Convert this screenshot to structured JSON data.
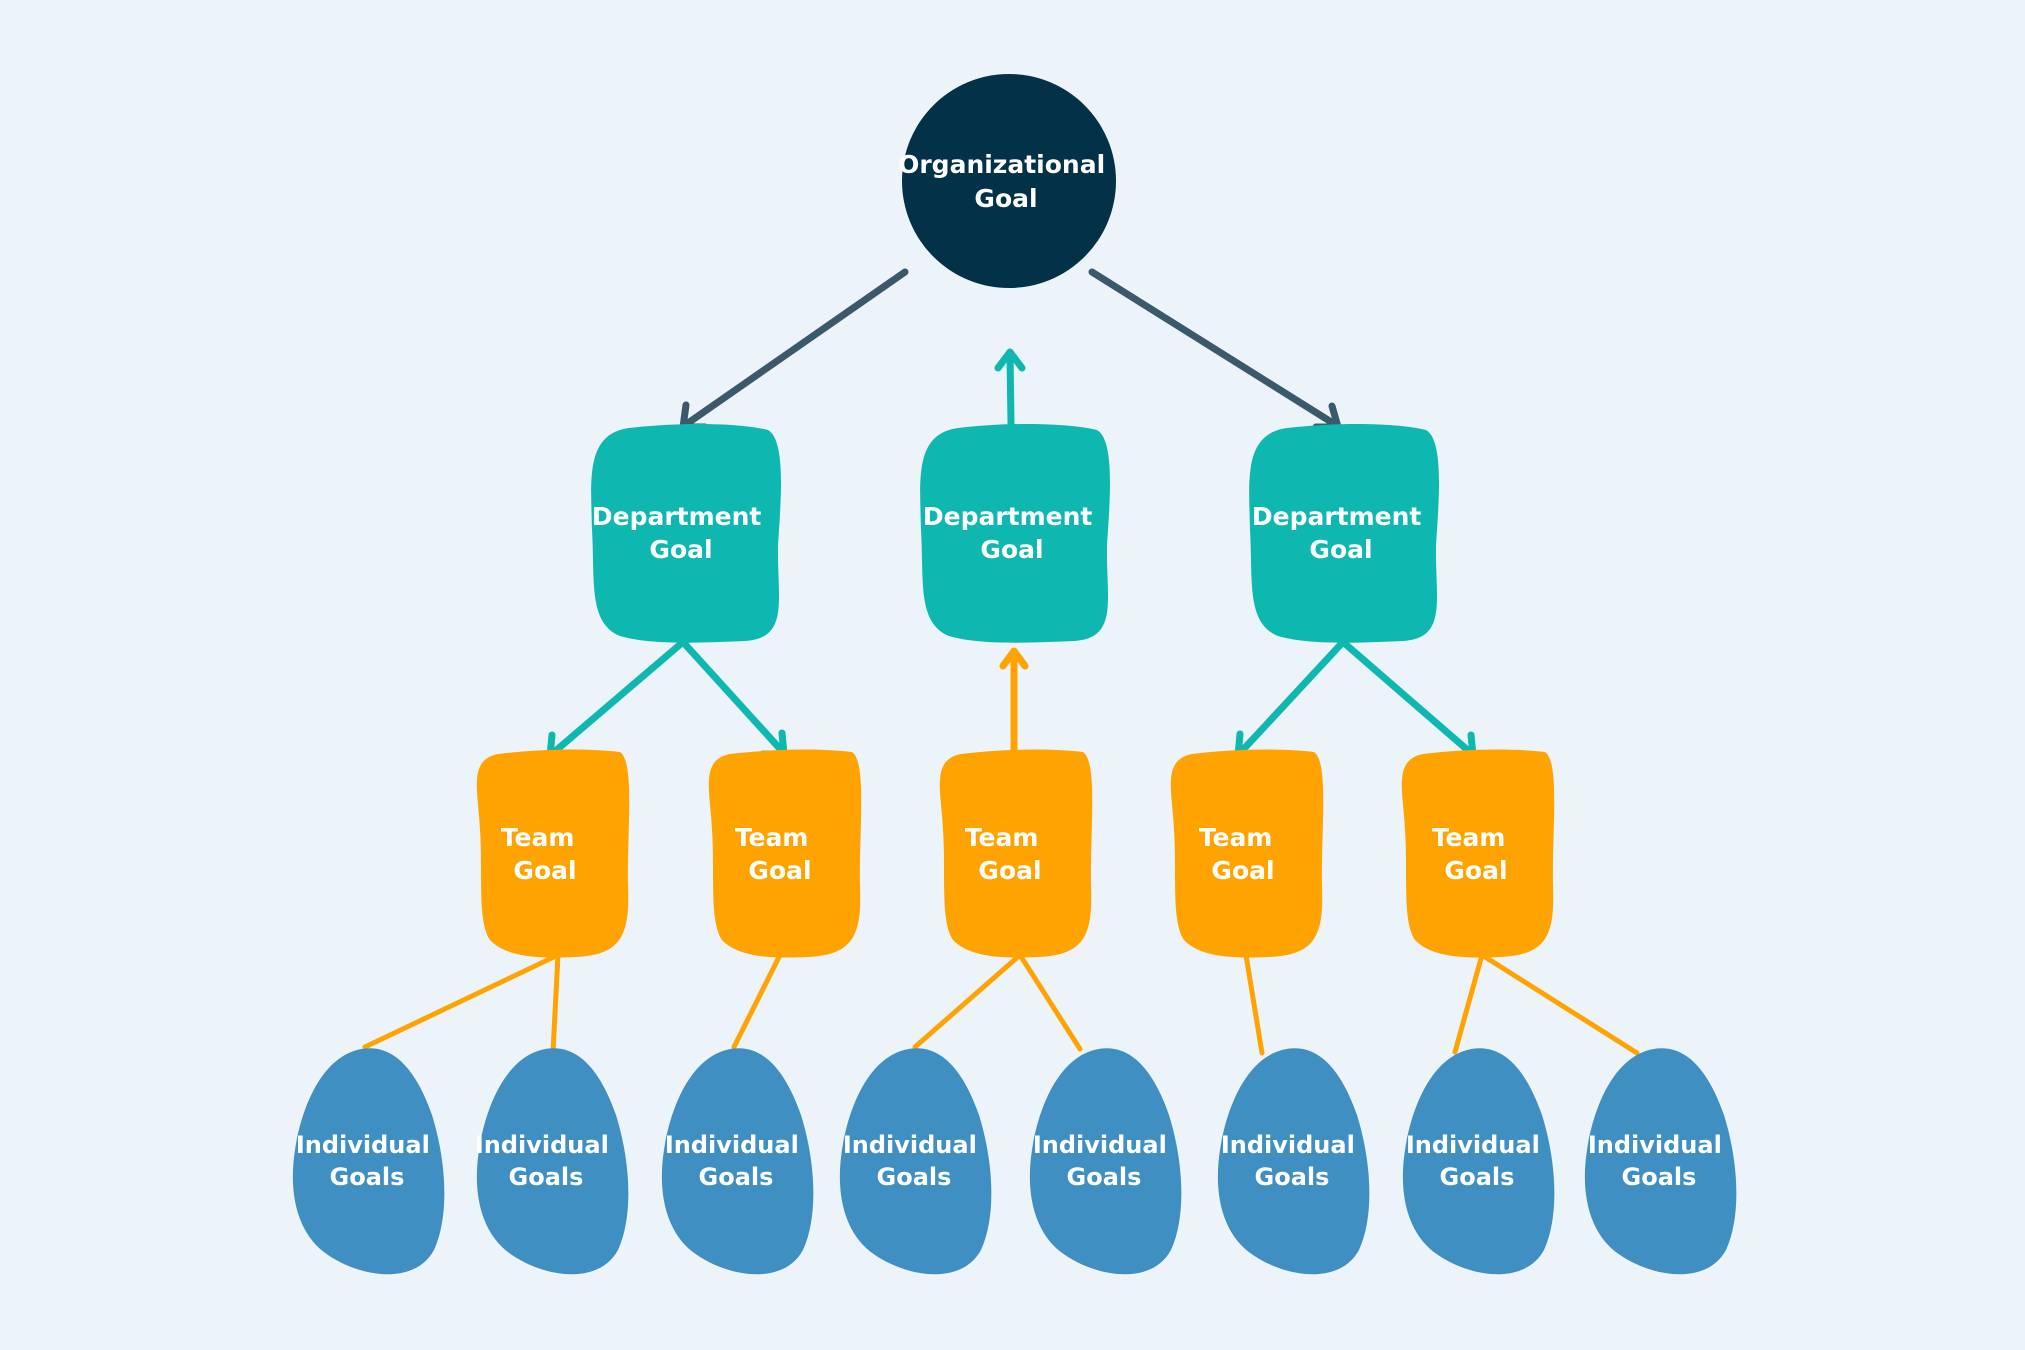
{
  "colors": {
    "background": "#ecf3f9",
    "org": "#033148",
    "department": "#0eb8b1",
    "team": "#ffa303",
    "individual": "#3f8fc2",
    "org_arrow": "#3a5a6c",
    "dept_arrow": "#0eb8b1",
    "team_line": "#ffa303"
  },
  "organization": {
    "line1": "Organizational",
    "line2": "Goal"
  },
  "departments": [
    {
      "line1": "Department",
      "line2": "Goal"
    },
    {
      "line1": "Department",
      "line2": "Goal"
    },
    {
      "line1": "Department",
      "line2": "Goal"
    }
  ],
  "teams": [
    {
      "line1": "Team",
      "line2": "Goal"
    },
    {
      "line1": "Team",
      "line2": "Goal"
    },
    {
      "line1": "Team",
      "line2": "Goal"
    },
    {
      "line1": "Team",
      "line2": "Goal"
    },
    {
      "line1": "Team",
      "line2": "Goal"
    }
  ],
  "individuals": [
    {
      "line1": "Individual",
      "line2": "Goals"
    },
    {
      "line1": "Individual",
      "line2": "Goals"
    },
    {
      "line1": "Individual",
      "line2": "Goals"
    },
    {
      "line1": "Individual",
      "line2": "Goals"
    },
    {
      "line1": "Individual",
      "line2": "Goals"
    },
    {
      "line1": "Individual",
      "line2": "Goals"
    },
    {
      "line1": "Individual",
      "line2": "Goals"
    },
    {
      "line1": "Individual",
      "line2": "Goals"
    }
  ]
}
